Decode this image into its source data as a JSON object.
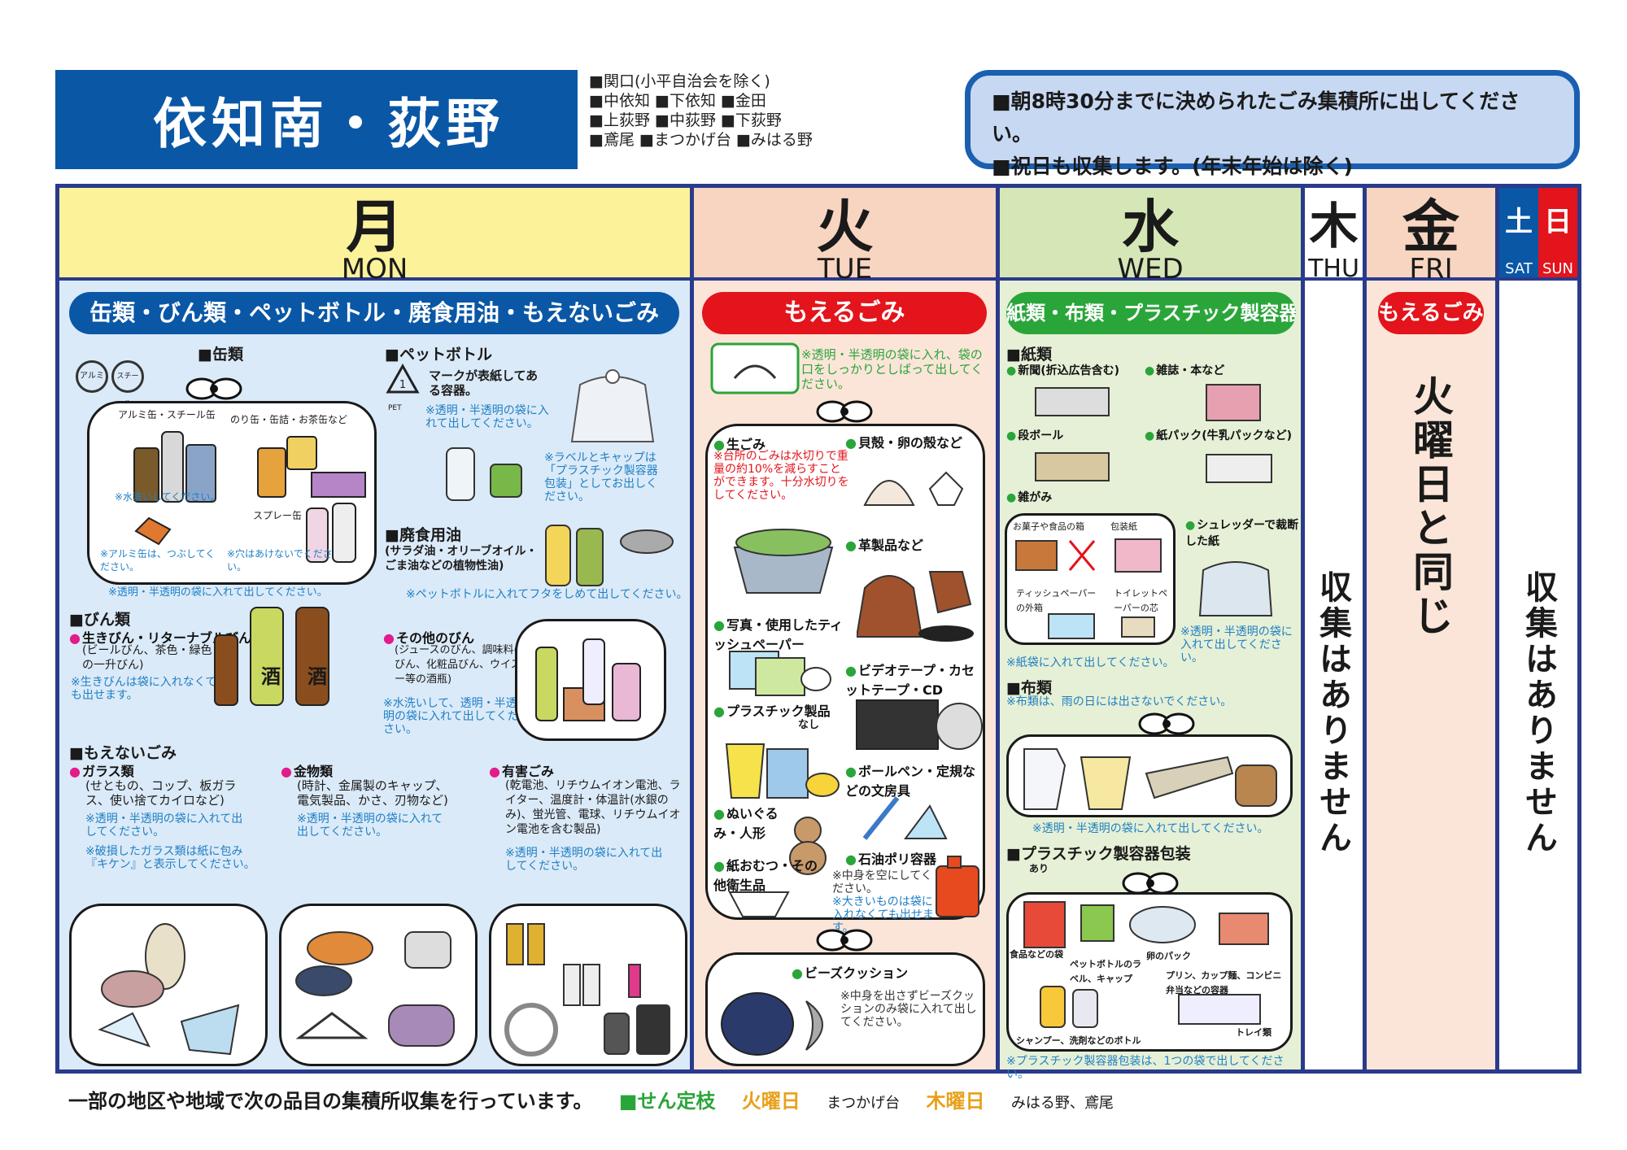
{
  "header": {
    "title": "依知南・荻野",
    "areas": [
      "■関口(小平自治会を除く)",
      "■中依知 ■下依知 ■金田",
      "■上荻野 ■中荻野 ■下荻野",
      "■鳶尾 ■まつかげ台 ■みはる野"
    ],
    "notice": [
      "■朝8時30分までに決められたごみ集積所に出してください。",
      "■祝日も収集します。(年末年始は除く)"
    ]
  },
  "days": {
    "mon": {
      "kanji": "月",
      "en": "MON"
    },
    "tue": {
      "kanji": "火",
      "en": "TUE"
    },
    "wed": {
      "kanji": "水",
      "en": "WED"
    },
    "thu": {
      "kanji": "木",
      "en": "THU"
    },
    "fri": {
      "kanji": "金",
      "en": "FRI"
    },
    "sat": {
      "kanji": "土",
      "en": "SAT"
    },
    "sun": {
      "kanji": "日",
      "en": "SUN"
    }
  },
  "monday": {
    "banner": "缶類・びん類・ペットボトル・廃食用油・もえないごみ",
    "cans": {
      "title": "■缶類",
      "sub1": "アルミ缶・スチール缶",
      "sub2": "のり缶・缶詰・お茶缶など",
      "spray": "スプレー缶",
      "note1": "※水洗いしてください。",
      "note2": "※アルミ缶は、つぶしてください。",
      "note3": "※穴はあけないでください。",
      "note4": "※透明・半透明の袋に入れて出してください。",
      "mark_alumi": "アルミ",
      "mark_steel": "スチール"
    },
    "pet": {
      "title": "■ペットボトル",
      "mark": "マークが表紙してある容器。",
      "note1": "※透明・半透明の袋に入れて出してください。",
      "note2": "※ラベルとキャップは「プラスチック製容器包装」としてお出しください。",
      "pet_label": "PET"
    },
    "oil": {
      "title": "■廃食用油",
      "sub": "(サラダ油・オリーブオイル・ごま油などの植物性油)",
      "note": "※ペットボトルに入れてフタをしめて出してください。"
    },
    "bottles": {
      "title": "■びん類",
      "g1": "生きびん・リターナブルびん",
      "g1sub": "(ビールびん、茶色・緑色の一升びん)",
      "g1note": "※生きびんは袋に入れなくても出せます。",
      "g2": "その他のびん",
      "g2sub": "(ジュースのびん、調味料のびん、化粧品びん、ウイスキー等の酒瓶)",
      "g2note": "※水洗いして、透明・半透明の袋に入れて出してください。",
      "sake": "酒"
    },
    "nonburn": {
      "title": "■もえないごみ",
      "glass": "ガラス類",
      "glass_sub": "(せともの、コップ、板ガラス、使い捨てカイロなど)",
      "glass_note": "※透明・半透明の袋に入れて出してください。",
      "glass_note2": "※破損したガラス類は紙に包み『キケン』と表示してください。",
      "metal": "金物類",
      "metal_sub": "(時計、金属製のキャップ、電気製品、かさ、刃物など)",
      "metal_note": "※透明・半透明の袋に入れて出してください。",
      "haz": "有害ごみ",
      "haz_sub": "(乾電池、リチウムイオン電池、ライター、温度計・体温計(水銀のみ)、蛍光管、電球、リチウムイオン電池を含む製品)",
      "haz_note": "※透明・半透明の袋に入れて出してください。"
    }
  },
  "tuesday": {
    "banner": "もえるごみ",
    "top_note": "※透明・半透明の袋に入れ、袋の口をしっかりとしばって出してください。",
    "kitchen": "生ごみ",
    "kitchen_note": "※台所のごみは水切りで重量の約10%を減らすことができます。十分水切りをしてください。",
    "shells": "貝殻・卵の殻など",
    "leather": "革製品など",
    "photo": "写真・使用したティッシュペーパー",
    "video": "ビデオテープ・カセットテープ・CD",
    "plastic": "プラスチック製品",
    "plastic_mark": "なし",
    "pens": "ボールペン・定規などの文房具",
    "plush": "ぬいぐるみ・人形",
    "diaper": "紙おむつ・その他衛生品",
    "tank": "石油ポリ容器",
    "tank_note": "※中身を空にしてください。",
    "tank_note2": "※大きいものは袋に入れなくても出せます。",
    "bead": "ビーズクッション",
    "bead_note": "※中身を出さずビーズクッションのみ袋に入れて出してください。"
  },
  "wednesday": {
    "banner": "紙類・布類・プラスチック製容器包装",
    "paper": "■紙類",
    "news": "新聞(折込広告含む)",
    "mag": "雑誌・本など",
    "card": "段ボール",
    "pack": "紙パック(牛乳パックなど)",
    "misc": "雑がみ",
    "misc1": "お菓子や食品の箱",
    "misc2": "包装紙",
    "misc3": "ティッシュペーパーの外箱",
    "misc4": "トイレットペーパーの芯",
    "shred": "シュレッダーで裁断した紙",
    "shred_note": "※透明・半透明の袋に入れて出してください。",
    "paper_note": "※紙袋に入れて出してください。",
    "cloth": "■布類",
    "cloth_note": "※布類は、雨の日には出さないでください。",
    "cloth_note2": "※透明・半透明の袋に入れて出してください。",
    "pla": "■プラスチック製容器包装",
    "pla_mark": "あり",
    "pla1": "食品などの袋",
    "pla2": "ペットボトルのラベル、キャップ",
    "pla3": "卵のパック",
    "pla4": "プリン、カップ麺、コンビニ弁当などの容器",
    "pla5": "シャンプー、洗剤などのボトル",
    "pla6": "トレイ類",
    "pla_note": "※プラスチック製容器包装は、1つの袋で出してください。"
  },
  "thursday": {
    "text": "収集はありません"
  },
  "friday": {
    "banner": "もえるごみ",
    "text": "火曜日と同じ"
  },
  "weekend": {
    "text": "収集はありません"
  },
  "footer": {
    "text": "一部の地区や地域で次の品目の集積所収集を行っています。",
    "item": "■せん定枝",
    "tue": "火曜日",
    "tue_area": "まつかげ台",
    "thu": "木曜日",
    "thu_area": "みはる野、鳶尾"
  },
  "colors": {
    "mon": "#fbf29a",
    "tue": "#f8d5c0",
    "wed": "#d5e7b6",
    "fri": "#f8d5c0",
    "blue": "#0a57a6",
    "red": "#e3141b",
    "green": "#2aa53a",
    "mon_body": "#dbeaf8"
  }
}
